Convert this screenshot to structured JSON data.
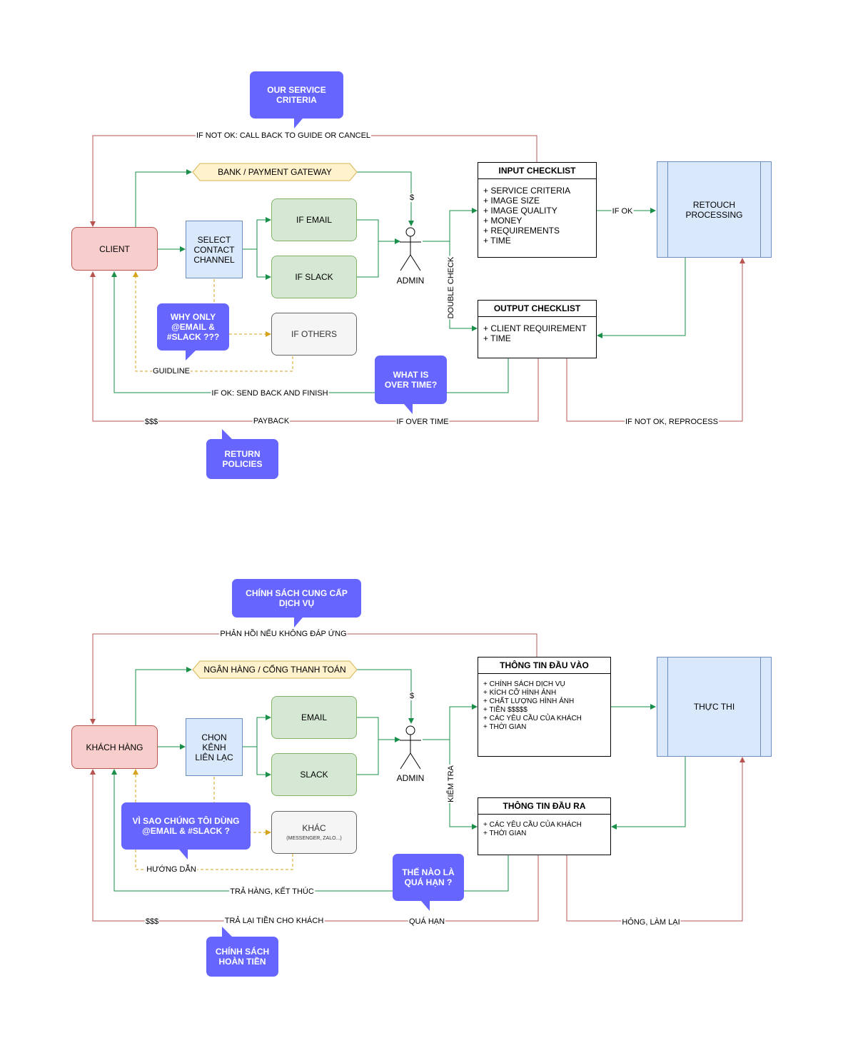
{
  "colors": {
    "red": "#b85450",
    "green": "#1a8f4a",
    "orange": "#d6a31c",
    "callout": "#6666ff",
    "client_fill": "#f8cecc",
    "blue_fill": "#dae8fc",
    "green_fill": "#d5e8d4",
    "gateway_fill": "#fff2cc"
  },
  "en": {
    "client": "CLIENT",
    "select_channel": "SELECT\nCONTACT\nCHANNEL",
    "if_email": "IF EMAIL",
    "if_slack": "IF SLACK",
    "if_others": "IF OTHERS",
    "gateway": "BANK / PAYMENT GATEWAY",
    "dollar": "$",
    "admin": "ADMIN",
    "input_title": "INPUT CHECKLIST",
    "input_items": "+ SERVICE CRITERIA\n+ IMAGE SIZE\n+ IMAGE QUALITY\n+ MONEY\n+ REQUIREMENTS\n+ TIME",
    "output_title": "OUTPUT CHECKLIST",
    "output_items": "+ CLIENT REQUIREMENT\n+ TIME",
    "processing": "RETOUCH\nPROCESSING",
    "callout_criteria": "OUR SERVICE\nCRITERIA",
    "callout_why": "WHY ONLY\n@EMAIL &\n#SLACK ???",
    "callout_overtime": "WHAT IS\nOVER TIME?",
    "callout_return": "RETURN\nPOLICIES",
    "lbl_notok": "IF NOT OK: CALL BACK TO GUIDE OR CANCEL",
    "lbl_ifok": "IF OK",
    "lbl_doublecheck": "DOUBLE CHECK",
    "lbl_guidline": "GUIDLINE",
    "lbl_send_back": "IF OK: SEND BACK AND FINISH",
    "lbl_money": "$$$",
    "lbl_payback": "PAYBACK",
    "lbl_overtime": "IF OVER TIME",
    "lbl_reprocess": "IF NOT OK, REPROCESS"
  },
  "vi": {
    "client": "KHÁCH HÀNG",
    "select_channel": "CHỌN\nKÊNH\nLIÊN LẠC",
    "if_email": "EMAIL",
    "if_slack": "SLACK",
    "if_others": "KHÁC",
    "if_others_sub": "(MESSENGER, ZALO...)",
    "gateway": "NGÂN HÀNG / CỔNG THANH TOÁN",
    "dollar": "$",
    "admin": "ADMIN",
    "input_title": "THÔNG TIN ĐẦU VÀO",
    "input_items": "+ CHÍNH SÁCH DỊCH VỤ\n+ KÍCH CỠ HÌNH ẢNH\n+ CHẤT LƯỢNG HÌNH ẢNH\n+ TIỀN $$$$$\n+ CÁC YÊU CẦU CỦA KHÁCH\n+ THỜI GIAN",
    "output_title": "THÔNG TIN ĐẦU RA",
    "output_items": "+ CÁC YÊU CẦU CỦA KHÁCH\n+ THỜI GIAN",
    "processing": "THỰC THI",
    "callout_criteria": "CHÍNH SÁCH CUNG CẤP\nDỊCH VỤ",
    "callout_why": "VÌ SAO CHÚNG TÔI DÙNG\n@EMAIL & #SLACK ?",
    "callout_overtime": "THẾ NÀO LÀ\nQUÁ HẠN ?",
    "callout_return": "CHÍNH SÁCH\nHOÀN TIỀN",
    "lbl_notok": "PHẢN HỒI NẾU KHÔNG ĐÁP ỨNG",
    "lbl_doublecheck": "KIỂM TRA",
    "lbl_guidline": "HƯỚNG DẪN",
    "lbl_send_back": "TRẢ HÀNG, KẾT THÚC",
    "lbl_money": "$$$",
    "lbl_payback": "TRẢ LẠI TIỀN CHO KHÁCH",
    "lbl_overtime": "QUÁ HẠN",
    "lbl_reprocess": "HỎNG, LÀM LẠI"
  }
}
